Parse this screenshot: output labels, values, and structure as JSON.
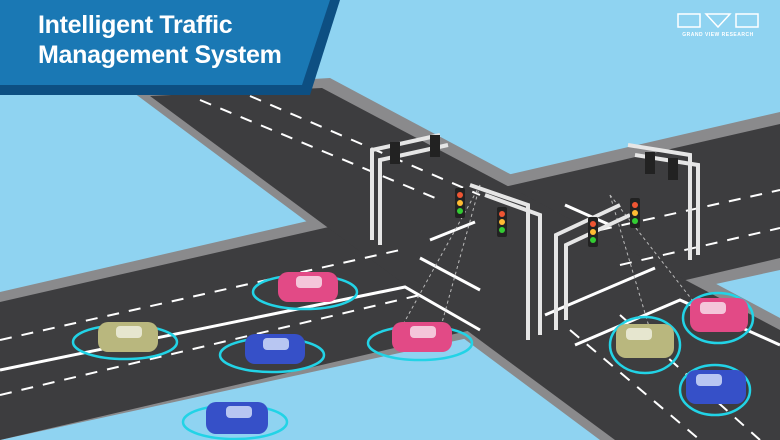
{
  "title": {
    "line1": "Intelligent Traffic",
    "line2": "Management System"
  },
  "logo": {
    "brand": "GRAND VIEW RESEARCH",
    "mark": "GVR"
  },
  "colors": {
    "sky": "#8fd3f1",
    "banner": "#1a78b4",
    "road": "#3d3d3f",
    "sidewalk": "#8a8a8c",
    "sensor_ring": "#22d3e6",
    "car_pink": "#e24a86",
    "car_blue": "#3650c8",
    "car_olive": "#b9b77e"
  }
}
